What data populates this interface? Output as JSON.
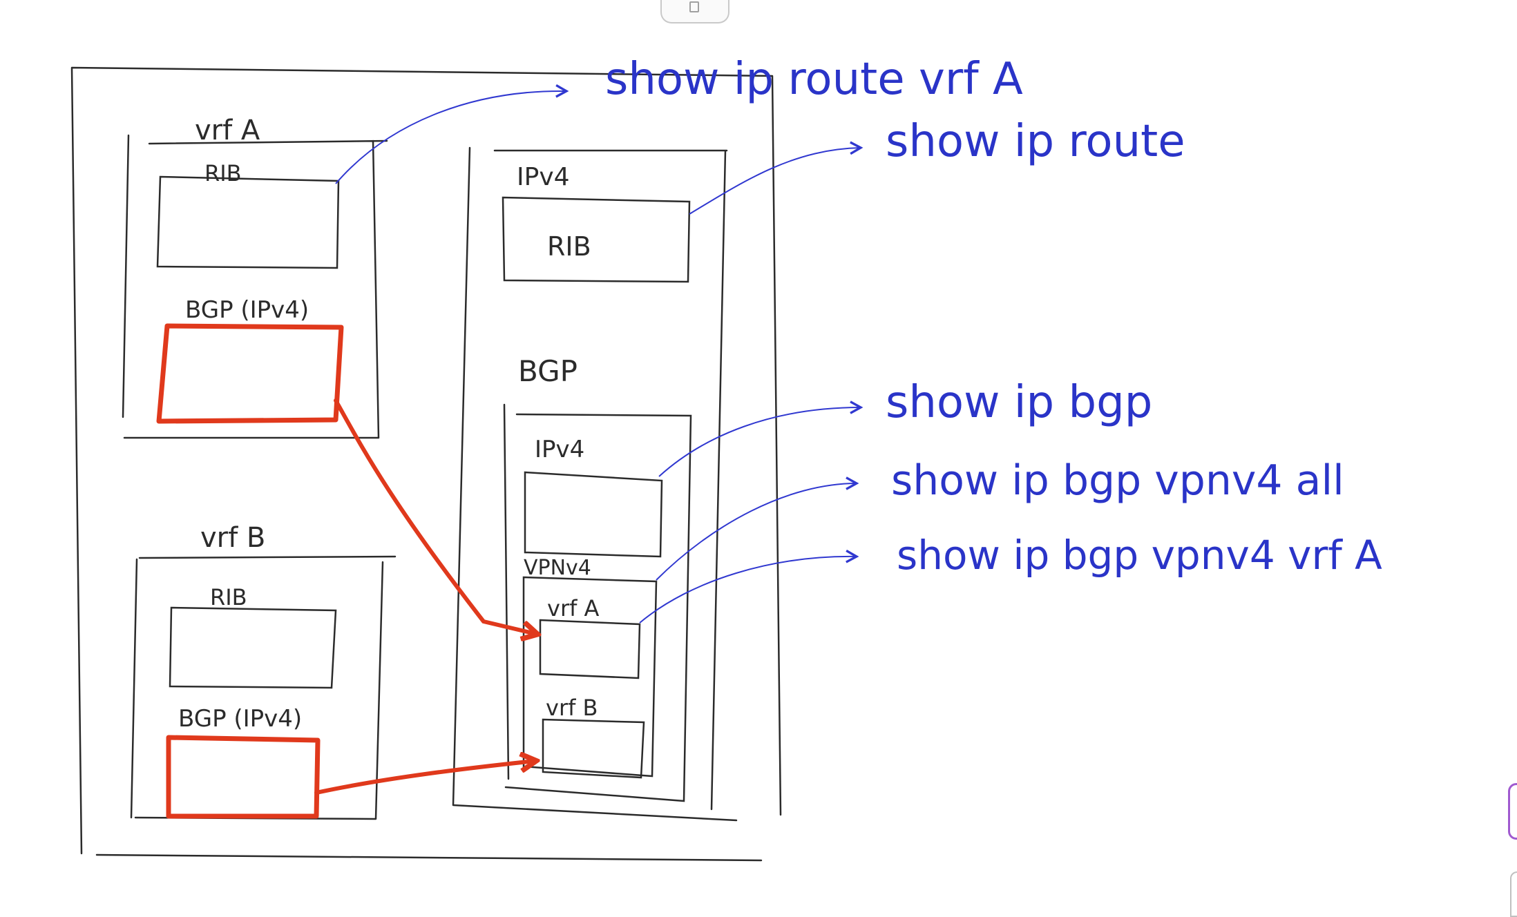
{
  "diagram": {
    "router_labels": {
      "vrf_a": "vrf A",
      "vrf_a_rib": "RIB",
      "vrf_a_bgp": "BGP (IPv4)",
      "vrf_b": "vrf B",
      "vrf_b_rib": "RIB",
      "vrf_b_bgp": "BGP (IPv4)",
      "global_ipv4": "IPv4",
      "global_rib": "RIB",
      "bgp": "BGP",
      "bgp_ipv4": "IPv4",
      "bgp_vpnv4": "VPNv4",
      "bgp_vpnv4_vrf_a": "vrf A",
      "bgp_vpnv4_vrf_b": "vrf B"
    },
    "commands": [
      "show ip route vrf A",
      "show ip route",
      "show ip bgp",
      "show ip bgp vpnv4 all",
      "show ip bgp vpnv4 vrf A"
    ],
    "colors": {
      "ink": "#2b2b2b",
      "annotation": "#2a34c8",
      "highlight": "#e0391c"
    }
  },
  "ui": {
    "top_tab_icon": "page-icon",
    "side_handle_icon": "panel-handle-icon"
  }
}
